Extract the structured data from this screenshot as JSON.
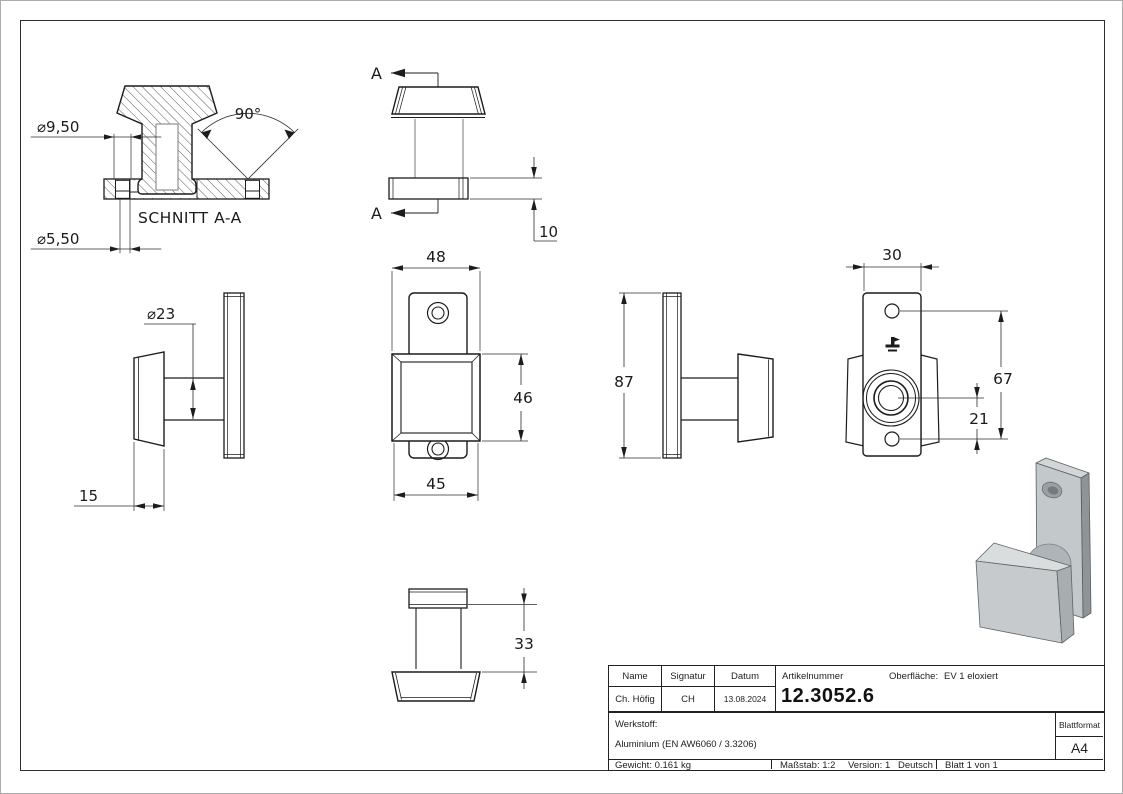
{
  "drawing": {
    "ink_color": "#1c1c1c",
    "tangent_edge_color": "#8f8f8f",
    "section_view": {
      "label": "SCHNITT A-A",
      "dia_counterbore": "⌀9,50",
      "dia_through": "⌀5,50",
      "angle": "90°"
    },
    "cut_view": {
      "cut_letter": "A",
      "plate_thickness": "10"
    },
    "side_left_view": {
      "stem_dia": "⌀23",
      "head_depth": "15"
    },
    "front_view": {
      "width_back": "48",
      "height": "46",
      "width_front": "45"
    },
    "side_right_view": {
      "plate_height": "87"
    },
    "back_view": {
      "plate_width": "30",
      "hole_distance": "67",
      "center_to_hole": "21"
    },
    "bottom_view": {
      "knob_height": "33"
    },
    "model_3d_colors": {
      "top": "#dadddd",
      "front": "#c6cacc",
      "side": "#a8adb0",
      "plate_front": "#c3c8ca"
    }
  },
  "title_block": {
    "name_header": "Name",
    "signature_header": "Signatur",
    "date_header": "Datum",
    "name": "Ch. Höfig",
    "signature": "CH",
    "date": "13.08.2024",
    "article_label": "Artikelnummer",
    "article_number": "12.3052.6",
    "surface_label": "Oberfläche:",
    "surface_value": "EV 1 eloxiert",
    "material_label": "Werkstoff:",
    "material": "Aluminium (EN AW6060 / 3.3206)",
    "sheet_format_label": "Blattformat",
    "sheet_format": "A4",
    "weight": "Gewicht: 0.161 kg",
    "scale": "Maßstab: 1:2",
    "version": "Version: 1",
    "language": "Deutsch",
    "sheet": "Blatt 1 von 1"
  }
}
